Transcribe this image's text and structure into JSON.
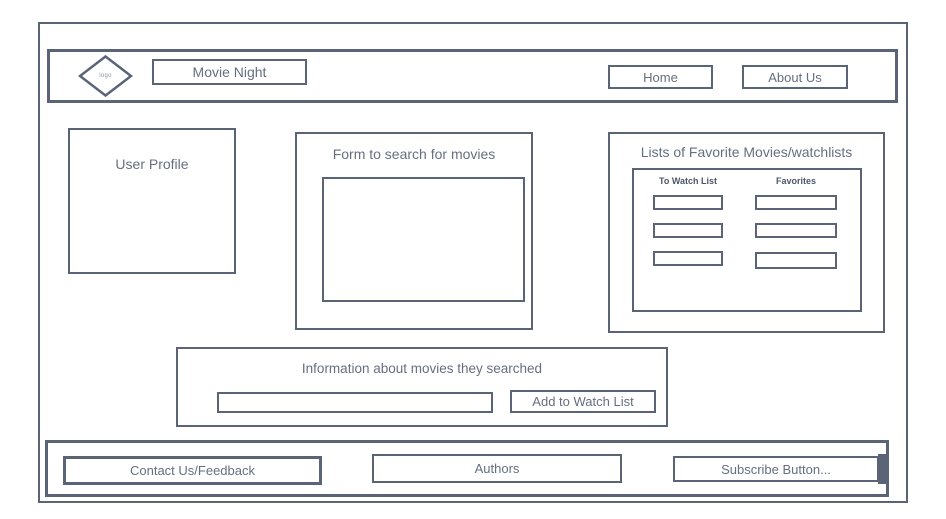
{
  "colors": {
    "line": "#5b6477",
    "text": "#666f80",
    "column_heading": "#4e5768",
    "logo_text": "#8e95a4"
  },
  "header": {
    "logo_label": "logo",
    "brand_label": "Movie Night",
    "nav": [
      {
        "label": "Home"
      },
      {
        "label": "About Us"
      }
    ]
  },
  "main": {
    "user_profile": {
      "title": "User Profile"
    },
    "search_form": {
      "title": "Form to search for movies"
    },
    "watchlists": {
      "title": "Lists of Favorite Movies/watchlists",
      "columns": [
        {
          "label": "To Watch List",
          "slot_count": 3
        },
        {
          "label": "Favorites",
          "slot_count": 3
        }
      ]
    },
    "movie_info": {
      "title": "Information about movies they searched",
      "input_value": "",
      "button_label": "Add to Watch List"
    }
  },
  "footer": {
    "items": [
      {
        "label": "Contact Us/Feedback"
      },
      {
        "label": "Authors"
      },
      {
        "label": "Subscribe Button..."
      }
    ]
  }
}
